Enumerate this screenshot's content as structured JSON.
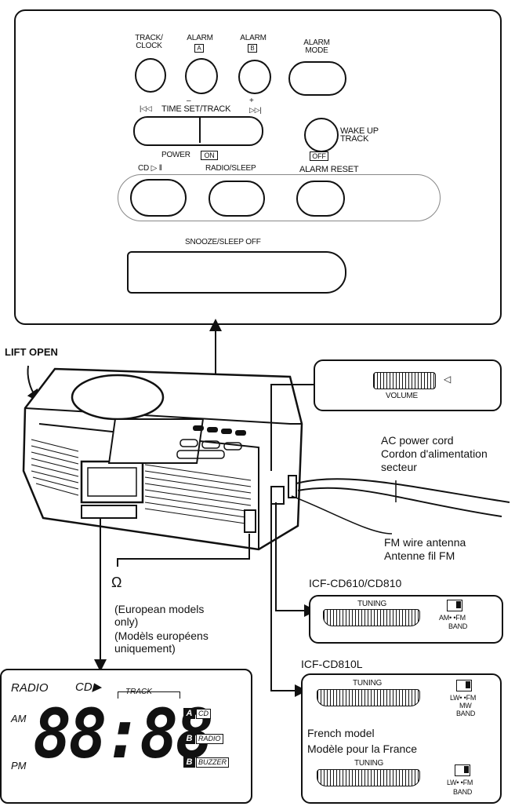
{
  "control_panel": {
    "track_clock": "TRACK/\nCLOCK",
    "alarm_a": "ALARM",
    "alarm_a_box": "A",
    "alarm_b": "ALARM",
    "alarm_b_box": "B",
    "alarm_mode": "ALARM\nMODE",
    "prev_symbol": "|◁◁",
    "minus": "–",
    "time_set_track": "TIME SET/TRACK",
    "plus": "+",
    "next_symbol": "▷▷|",
    "wake_up_track": "WAKE UP\nTRACK",
    "power": "POWER",
    "on_box": "ON",
    "cd": "CD ▷ ǁ",
    "radio_sleep": "RADIO/SLEEP",
    "off_box": "OFF",
    "alarm_reset": "ALARM RESET",
    "snooze": "SNOOZE/SLEEP OFF"
  },
  "labels": {
    "lift_open": "LIFT OPEN",
    "ac_cord_en": "AC power cord",
    "ac_cord_fr1": "Cordon d'alimentation",
    "ac_cord_fr2": "secteur",
    "fm_antenna_en": "FM wire antenna",
    "fm_antenna_fr": "Antenne fil FM",
    "headphone_icon": "Ω",
    "european_en": "(European models\nonly)",
    "european_fr": "(Modèls européens\nuniquement)"
  },
  "volume_panel": {
    "label": "VOLUME"
  },
  "model_610": {
    "title": "ICF-CD610/CD810",
    "tuning": "TUNING",
    "band_switch": "AM•  •FM",
    "band": "BAND"
  },
  "model_810l": {
    "title": "ICF-CD810L",
    "tuning": "TUNING",
    "band_switch": "LW•  •FM",
    "mw": "MW",
    "band": "BAND",
    "french_en": "French model",
    "french_fr": "Modèle pour la France",
    "tuning2": "TUNING",
    "band_switch2": "LW•  •FM",
    "band2": "BAND"
  },
  "display": {
    "radio": "RADIO",
    "cd": "CD▶",
    "track": "TRACK",
    "am": "AM",
    "pm": "PM",
    "digits": "88:88",
    "tag_a": "A",
    "tag_cd": "CD",
    "tag_b1": "B",
    "tag_radio": "RADIO",
    "tag_b2": "B",
    "tag_buzzer": "BUZZER"
  }
}
